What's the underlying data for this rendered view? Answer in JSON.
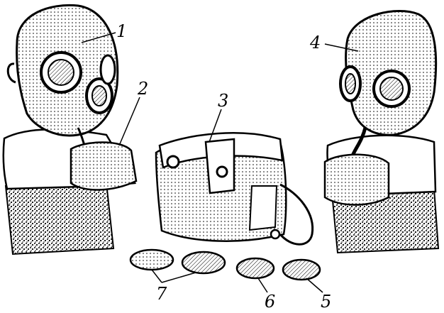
{
  "callouts": {
    "c1": "1",
    "c2": "2",
    "c3": "3",
    "c4": "4",
    "c5": "5",
    "c6": "6",
    "c7": "7"
  },
  "colors": {
    "ink": "#000000",
    "paper": "#ffffff",
    "shade": "#c8c8c8"
  },
  "figures": [
    "gas-mask-on-mannequin-left",
    "mask-bag-open",
    "mask-bag-closed",
    "gas-mask-on-mannequin-right",
    "spare-lens-5",
    "spare-lens-6",
    "eyepiece-inserts-7"
  ]
}
